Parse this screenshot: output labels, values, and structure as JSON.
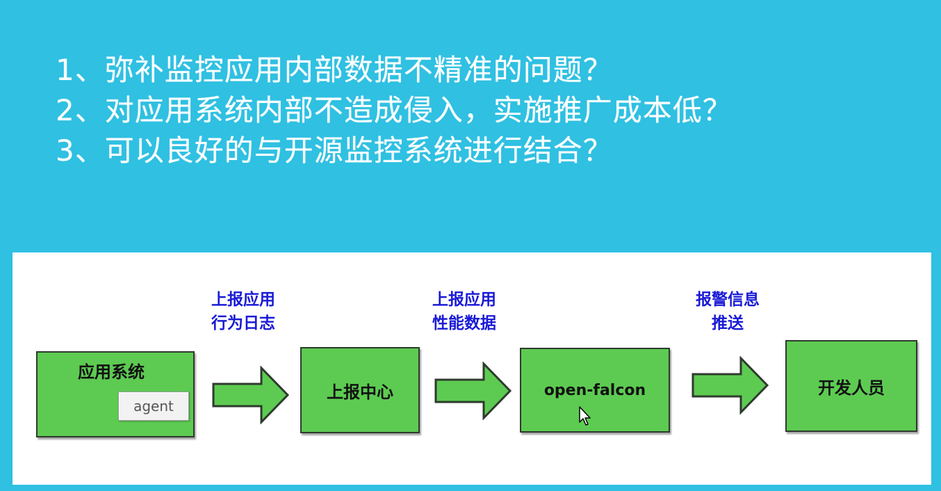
{
  "questions": [
    "1、弥补监控应用内部数据不精准的问题？",
    "2、对应用系统内部不造成侵入，实施推广成本低？",
    "3、可以良好的与开源监控系统进行结合？"
  ],
  "nodes": {
    "app_system": "应用系统",
    "agent": "agent",
    "report_center": "上报中心",
    "open_falcon": "open-falcon",
    "developers": "开发人员"
  },
  "edge_labels": {
    "report_behavior": [
      "上报应用",
      "行为日志"
    ],
    "report_performance": [
      "上报应用",
      "性能数据"
    ],
    "alarm_push": [
      "报警信息",
      "推送"
    ]
  },
  "colors": {
    "background": "#2fc0e2",
    "node_fill": "#5dcb52",
    "label_text": "#1a1ad6"
  }
}
